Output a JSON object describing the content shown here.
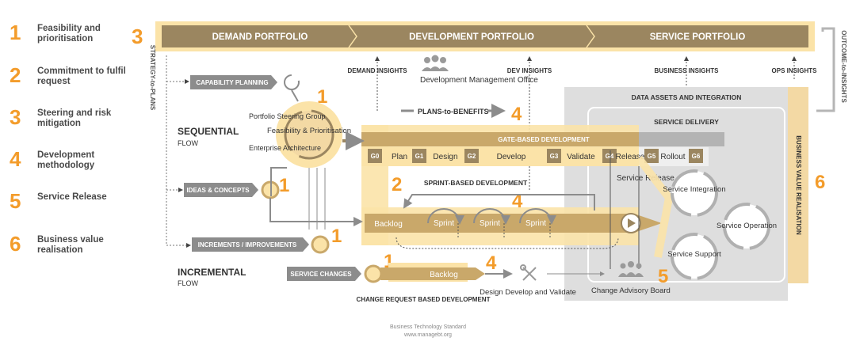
{
  "legend": [
    {
      "num": "1",
      "label": "Feasibility and prioritisation"
    },
    {
      "num": "2",
      "label": "Commitment to fulfil request"
    },
    {
      "num": "3",
      "label": "Steering and risk mitigation"
    },
    {
      "num": "4",
      "label": "Development methodology"
    },
    {
      "num": "5",
      "label": "Service Release"
    },
    {
      "num": "6",
      "label": "Business value realisation"
    }
  ],
  "portfolios": {
    "num": "3",
    "demand": "DEMAND PORTFOLIO",
    "development": "DEVELOPMENT PORTFOLIO",
    "service": "SERVICE PORTFOLIO"
  },
  "side_labels": {
    "strategy": "STRATEGY-to-PLANS",
    "outcome": "OUTCOME-to-INSIGHTS",
    "bvr": "BUSINESS VALUE REALISATION"
  },
  "insights": {
    "demand": "DEMAND INSIGHTS",
    "dev": "DEV INSIGHTS",
    "business": "BUSINESS INSIGHTS",
    "ops": "OPS INSIGHTS"
  },
  "dmo": "Development Management Office",
  "plans_to_benefits": "PLANS-to-BENEFITS",
  "flows": {
    "sequential": "SEQUENTIAL",
    "sequential_sub": "FLOW",
    "incremental": "INCREMENTAL",
    "incremental_sub": "FLOW"
  },
  "inputs": {
    "capability": "CAPABILITY PLANNING",
    "ideas": "IDEAS & CONCEPTS",
    "increments": "INCREMENTS / IMPROVEMENTS",
    "changes": "SERVICE CHANGES"
  },
  "governance": {
    "portfolio": "Portfolio Steering Group",
    "enterprise": "Enterprise Architecture",
    "hub": "Feasibility & Prioritisation"
  },
  "data_assets": "DATA ASSETS AND INTEGRATION",
  "service_delivery": "SERVICE DELIVERY",
  "gate_based": "GATE-BASED DEVELOPMENT",
  "gates": [
    {
      "gate": "G0",
      "phase": "Plan"
    },
    {
      "gate": "G1",
      "phase": "Design"
    },
    {
      "gate": "G2",
      "phase": "Develop"
    },
    {
      "gate": "G3",
      "phase": "Validate"
    },
    {
      "gate": "G4",
      "phase": "Release"
    },
    {
      "gate": "G5",
      "phase": "Rollout"
    },
    {
      "gate": "G6",
      "phase": ""
    }
  ],
  "sprint_based": "SPRINT-BASED DEVELOPMENT",
  "backlog": "Backlog",
  "sprints": [
    "Sprint",
    "Sprint",
    "Sprint"
  ],
  "service_release": "Service Release",
  "service_circles": {
    "integration": "Service Integration",
    "operation": "Service Operation",
    "support": "Service Support"
  },
  "change_request": "CHANGE REQUEST BASED DEVELOPMENT",
  "cr_backlog": "Backlog",
  "design_develop": "Design Develop and Validate",
  "cab": "Change Advisory Board",
  "markers": {
    "n1": "1",
    "n2": "2",
    "n4": "4",
    "n5": "5",
    "n6": "6"
  },
  "footer": {
    "line1": "Business Technology Standard",
    "line2": "www.managebt.org"
  },
  "colors": {
    "accent": "#f39c2b",
    "brown": "#9b8660",
    "light": "#fbe3a8",
    "grey": "#8c8c8c",
    "panel": "#dedede"
  }
}
